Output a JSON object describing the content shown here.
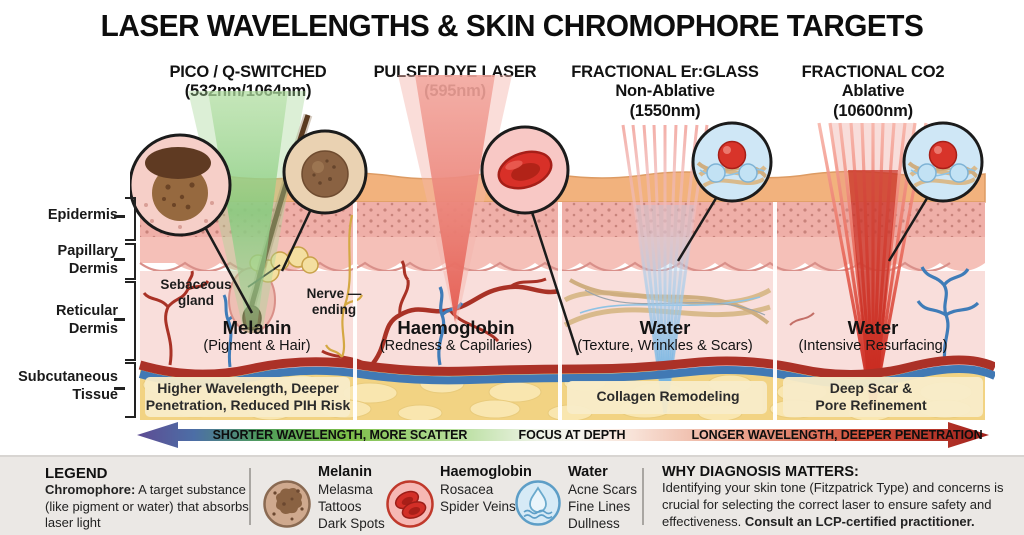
{
  "title": "LASER WAVELENGTHS & SKIN CHROMOPHORE TARGETS",
  "columns": [
    {
      "name": "PICO / Q-SWITCHED",
      "mode": "",
      "wavelength": "(532nm/1064nm)",
      "target": "Melanin",
      "target_sub": "(Pigment & Hair)",
      "note": "Higher Wavelength, Deeper\nPenetration, Reduced PIH Risk"
    },
    {
      "name": "PULSED DYE LASER",
      "mode": "",
      "wavelength": "(595nm)",
      "target": "Haemoglobin",
      "target_sub": "(Redness & Capillaries)"
    },
    {
      "name": "FRACTIONAL Er:GLASS",
      "mode": "Non-Ablative",
      "wavelength": "(1550nm)",
      "target": "Water",
      "target_sub": "(Texture, Wrinkles & Scars)",
      "note": "Collagen Remodeling"
    },
    {
      "name": "FRACTIONAL CO2",
      "mode": "Ablative",
      "wavelength": "(10600nm)",
      "target": "Water",
      "target_sub": "(Intensive Resurfacing)",
      "note": "Deep Scar &\nPore Refinement"
    }
  ],
  "skin_layers": [
    "Epidermis",
    "Papillary\nDermis",
    "Reticular\nDermis",
    "Subcutaneous\nTissue"
  ],
  "anatomy": {
    "sebaceous_gland": "Sebaceous\ngland",
    "nerve_ending": "Nerve —\nending"
  },
  "axis": {
    "left": "SHORTER WAVELENGTH, MORE SCATTER",
    "center": "FOCUS AT DEPTH",
    "right": "LONGER WAVELENGTH, DEEPER PENETRATION"
  },
  "legend": {
    "title": "LEGEND",
    "term": "Chromophore:",
    "definition": " A target substance (like pigment or water) that absorbs laser light",
    "items": [
      {
        "name": "Melanin",
        "conditions": "Melasma\nTattoos\nDark Spots",
        "icon": "melanin-icon"
      },
      {
        "name": "Haemoglobin",
        "conditions": "Rosacea\nSpider Veins",
        "icon": "haemoglobin-icon"
      },
      {
        "name": "Water",
        "conditions": "Acne Scars\nFine Lines\nDullness",
        "icon": "water-icon"
      }
    ],
    "why_title": "WHY DIAGNOSIS MATTERS:",
    "why_body": "Identifying your skin tone (Fitzpatrick Type) and concerns is crucial for selecting the correct laser to ensure safety and effectiveness. ",
    "why_bold": "Consult an LCP-certified practitioner."
  },
  "colors": {
    "pico_beam": "#7ec97a",
    "pdl_beam": "#e4574c",
    "erglass_beam": "#6aaede",
    "co2_beam": "#c6251b",
    "melanin": "#8a6242",
    "haemoglobin": "#cc2a23",
    "water": "#a8d4ee",
    "fat": "#f2d383"
  }
}
